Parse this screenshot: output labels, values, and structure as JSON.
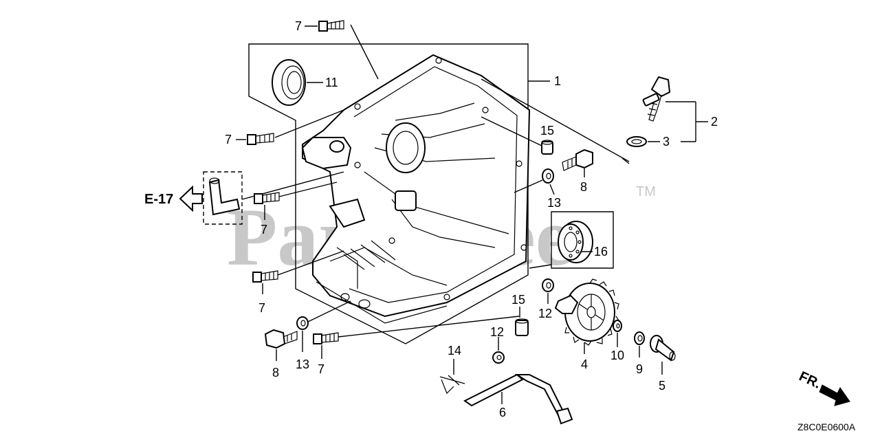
{
  "watermark": {
    "text": "PartsTree",
    "trademark": "TM"
  },
  "diagram_code": "Z8C0E0600A",
  "reference": {
    "text": "E-17"
  },
  "front_marker": {
    "text": "FR."
  },
  "callouts": {
    "c1": "1",
    "c2": "2",
    "c3": "3",
    "c4": "4",
    "c5": "5",
    "c6": "6",
    "c7a": "7",
    "c7b": "7",
    "c7c": "7",
    "c7d": "7",
    "c7e": "7",
    "c8a": "8",
    "c8b": "8",
    "c9": "9",
    "c10": "10",
    "c11": "11",
    "c12a": "12",
    "c12b": "12",
    "c13a": "13",
    "c13b": "13",
    "c14": "14",
    "c15a": "15",
    "c15b": "15",
    "c16": "16"
  },
  "colors": {
    "watermark": "#c8c8c8",
    "ink": "#000000"
  }
}
